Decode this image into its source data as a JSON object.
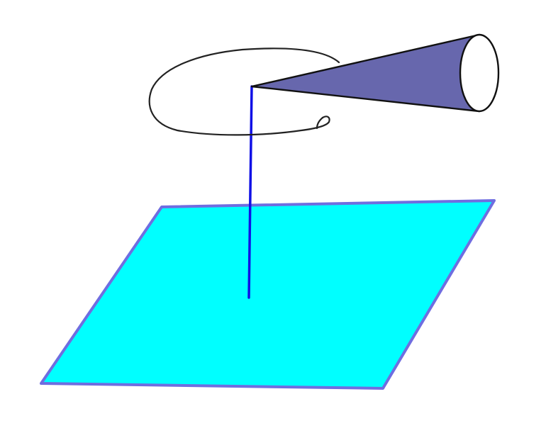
{
  "figure": {
    "colors": {
      "background": "#ffffff",
      "plane_fill": "#00ffff",
      "plane_edge": "#6f6de0",
      "axis_line": "#1010e6",
      "cone_fill": "#6767ad",
      "cone_edge": "#111111",
      "cone_opening_fill": "#ffffff",
      "rotation_curve": "#222222"
    },
    "elements": [
      "plane",
      "vertical-axis",
      "rotation-arrow",
      "cone"
    ]
  }
}
